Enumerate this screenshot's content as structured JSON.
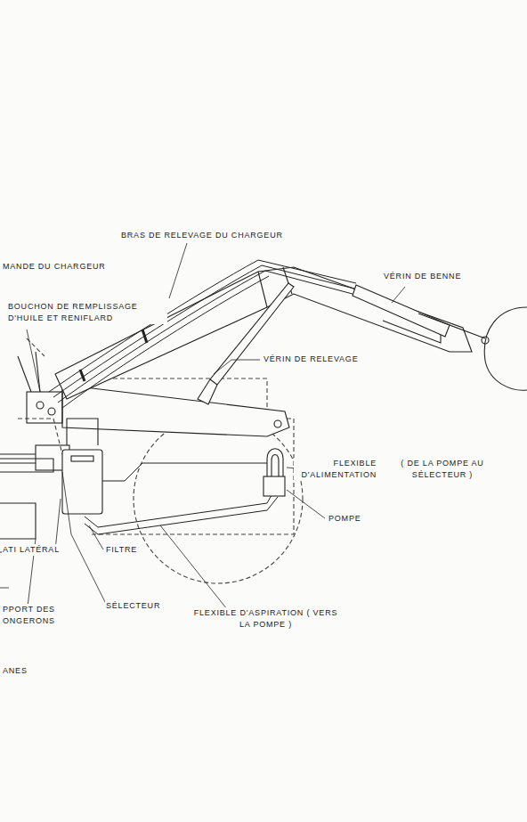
{
  "diagram": {
    "labels": [
      "BRAS DE RELEVAGE DU CHARGEUR",
      "MANDE DU CHARGEUR",
      "VÉRIN DE BENNE",
      "BOUCHON DE REMPLISSAGE D'HUILE ET RENIFLARD",
      "VÉRIN DE RELEVAGE",
      "FLEXIBLE D'ALIMENTATION",
      "( DE LA POMPE AU SÉLECTEUR )",
      "POMPE",
      "ATI LATÉRAL",
      "FILTRE",
      "SÉLECTEUR",
      "FLEXIBLE D'ASPIRATION ( VERS LA POMPE )",
      "PPORT DES ONGERONS",
      "ANES"
    ]
  }
}
